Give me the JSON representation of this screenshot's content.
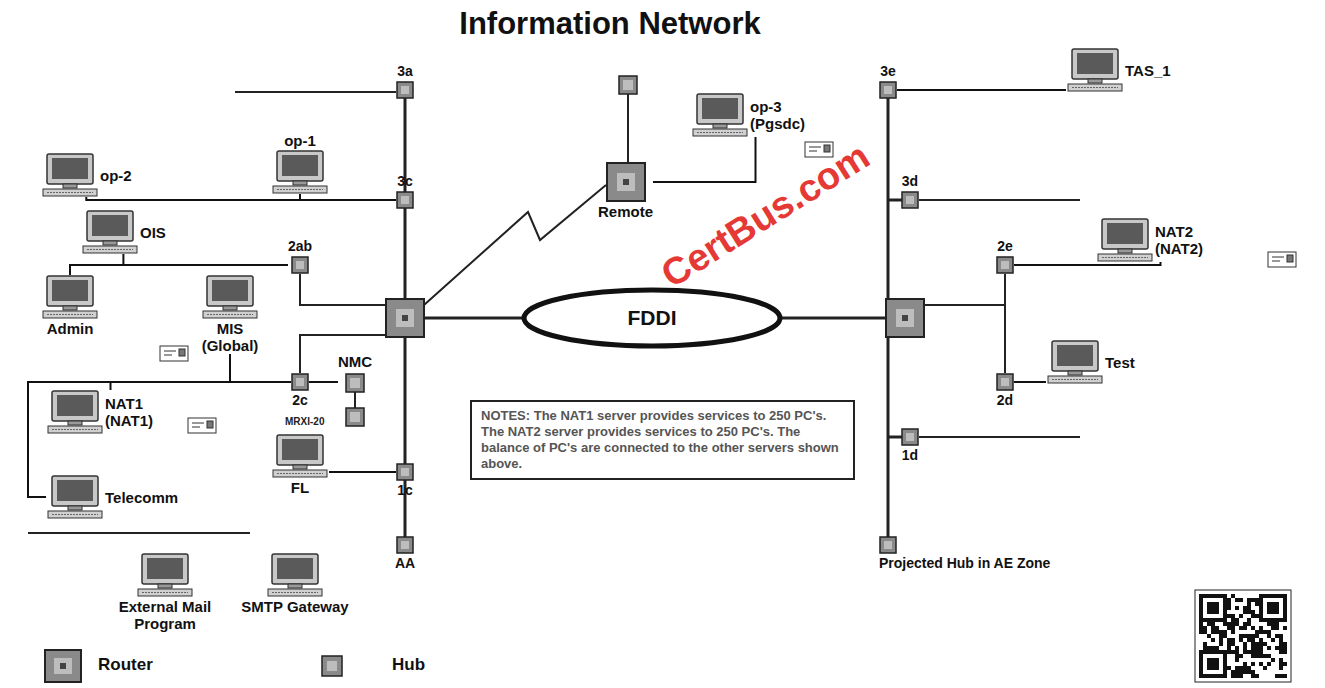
{
  "diagram": {
    "title": "Information Network",
    "nodes": [
      {
        "text": [
          "FDDI"
        ]
      },
      {
        "text": [
          "NOTES: The NAT1 server provides services to 250 PC's. The NAT2 server provides services to 250 PC's. The balance of PC's are connected to the other servers shown above."
        ]
      },
      {
        "text": [
          "3a"
        ]
      },
      {
        "text": [
          "3c"
        ]
      },
      {
        "text": [
          "2ab"
        ]
      },
      {
        "text": [
          "2c"
        ]
      },
      {
        "text": [
          "1c"
        ]
      },
      {
        "text": [
          "AA"
        ]
      },
      {
        "text": [
          "NMC"
        ]
      },
      {
        "text": [
          "Remote"
        ]
      },
      {
        "text": [
          "op-3 (Pgsdc)"
        ]
      },
      {
        "text": [
          "op-2"
        ]
      },
      {
        "text": [
          "op-1"
        ]
      },
      {
        "text": [
          "OIS"
        ]
      },
      {
        "text": [
          "Admin"
        ]
      },
      {
        "text": [
          "MIS (Global)"
        ]
      },
      {
        "text": [
          "NAT1 (NAT1)"
        ]
      },
      {
        "text": [
          "FL"
        ]
      },
      {
        "text": [
          "Telecomm"
        ]
      },
      {
        "text": [
          "External Mail Program"
        ]
      },
      {
        "text": [
          "SMTP Gateway"
        ]
      },
      {
        "text": [
          "3e"
        ]
      },
      {
        "text": [
          "3d"
        ]
      },
      {
        "text": [
          "2e"
        ]
      },
      {
        "text": [
          "2d"
        ]
      },
      {
        "text": [
          "1d"
        ]
      },
      {
        "text": [
          "Projected Hub in AE Zone"
        ]
      },
      {
        "text": [
          "TAS_1"
        ]
      },
      {
        "text": [
          "NAT2 (NAT2)"
        ]
      },
      {
        "text": [
          "Test"
        ]
      }
    ],
    "edges": [
      {
        "from": 3,
        "to": 12,
        "arrow": "none"
      },
      {
        "from": 3,
        "to": 11,
        "arrow": "none"
      },
      {
        "from": 4,
        "to": 13,
        "arrow": "none"
      },
      {
        "from": 4,
        "to": 14,
        "arrow": "none"
      },
      {
        "from": 5,
        "to": 15,
        "arrow": "none"
      },
      {
        "from": 5,
        "to": 16,
        "arrow": "none"
      },
      {
        "from": 5,
        "to": 18,
        "arrow": "none"
      },
      {
        "from": 6,
        "to": 17,
        "arrow": "none"
      },
      {
        "from": 5,
        "to": 8,
        "arrow": "none"
      },
      {
        "from": 9,
        "to": 10,
        "arrow": "none"
      },
      {
        "from": 21,
        "to": 27,
        "arrow": "none"
      },
      {
        "from": 23,
        "to": 28,
        "arrow": "none"
      },
      {
        "from": 24,
        "to": 29,
        "arrow": "none"
      }
    ],
    "labels": [
      "MRXI-20",
      "CertBus.com"
    ],
    "legend": [
      {
        "text": "Router"
      },
      {
        "text": "Hub"
      }
    ]
  }
}
